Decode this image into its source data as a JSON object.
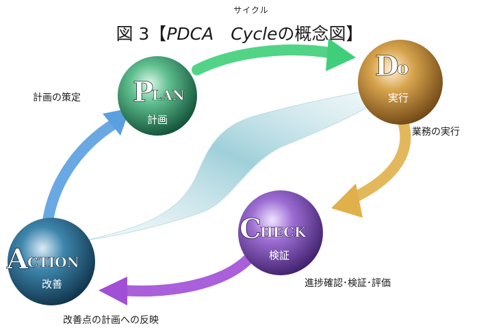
{
  "title": {
    "prefix": "図 3【",
    "latin": "PDCA　Cycle",
    "suffix": "の概念図】",
    "ruby": "サイクル"
  },
  "nodes": {
    "plan": {
      "letter": "P",
      "small": "LAN",
      "label": "計画",
      "color": "#2f9a6b"
    },
    "do": {
      "letter": "D",
      "small": "o",
      "label": "実行",
      "color": "#c98a2c"
    },
    "check": {
      "letter": "C",
      "small": "HECK",
      "label": "検証",
      "color": "#7a4bb3"
    },
    "action": {
      "letter": "A",
      "small": "CTION",
      "label": "改善",
      "color": "#1c5f86"
    }
  },
  "annotations": {
    "plan": "計画の策定",
    "do": "業務の実行",
    "check": "進捗確認･検証･評価",
    "action": "改善点の計画への反映"
  },
  "arrows": {
    "plan_to_do": "#3fcf7a",
    "do_to_check": "#e0b04a",
    "check_to_action": "#a04fd6",
    "action_to_plan": "#5a9fe0"
  }
}
